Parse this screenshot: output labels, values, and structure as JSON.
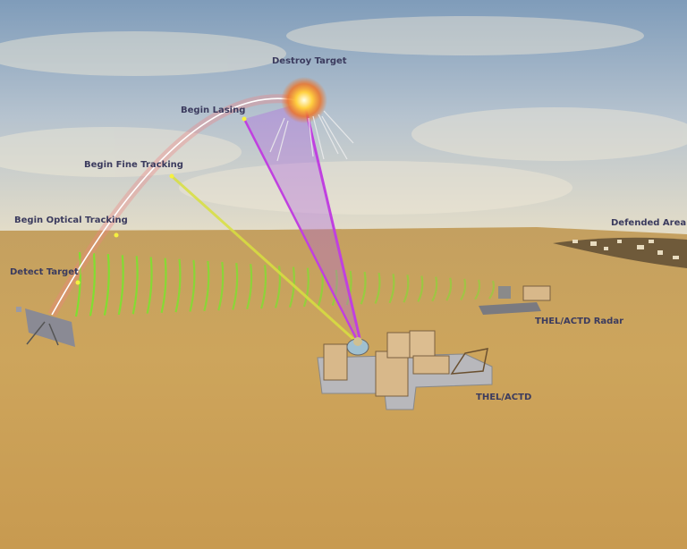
{
  "labels": {
    "destroy_target": "Destroy Target",
    "begin_lasing": "Begin Lasing",
    "begin_fine_tracking": "Begin Fine Tracking",
    "begin_optical_tracking": "Begin Optical Tracking",
    "detect_target": "Detect Target",
    "defended_area": "Defended Area",
    "radar": "THEL/ACTD Radar",
    "thel": "THEL/ACTD"
  },
  "colors": {
    "label": "#3b3b5e",
    "trajectory": "#ffffff",
    "laser_beam": "#c040e0",
    "fine_track_beam": "#d8e040",
    "radar_waves": "#7ee030",
    "stage_marker": "#f5f040"
  }
}
